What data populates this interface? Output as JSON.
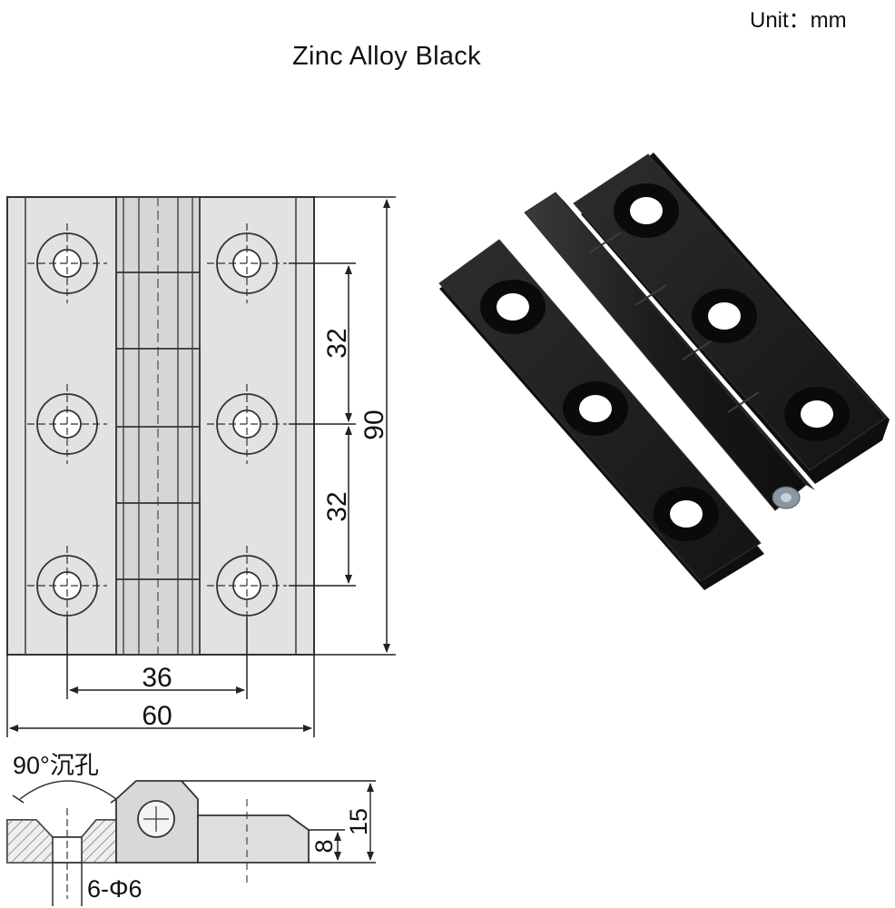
{
  "header": {
    "unit_label": "Unit：mm",
    "title": "Zinc Alloy Black"
  },
  "drawing": {
    "dim_width": "60",
    "dim_hole_spacing_x": "36",
    "dim_height": "90",
    "dim_pitch_top": "32",
    "dim_pitch_bottom": "32",
    "note_countersink": "90°沉孔",
    "dim_hole_spec": "6-Φ6",
    "dim_leaf_thickness": "8",
    "dim_knuckle_height": "15"
  },
  "colors": {
    "drawing_fill": "#e4e4e4",
    "drawing_line": "#222222",
    "product_black": "#1a1a1a"
  }
}
